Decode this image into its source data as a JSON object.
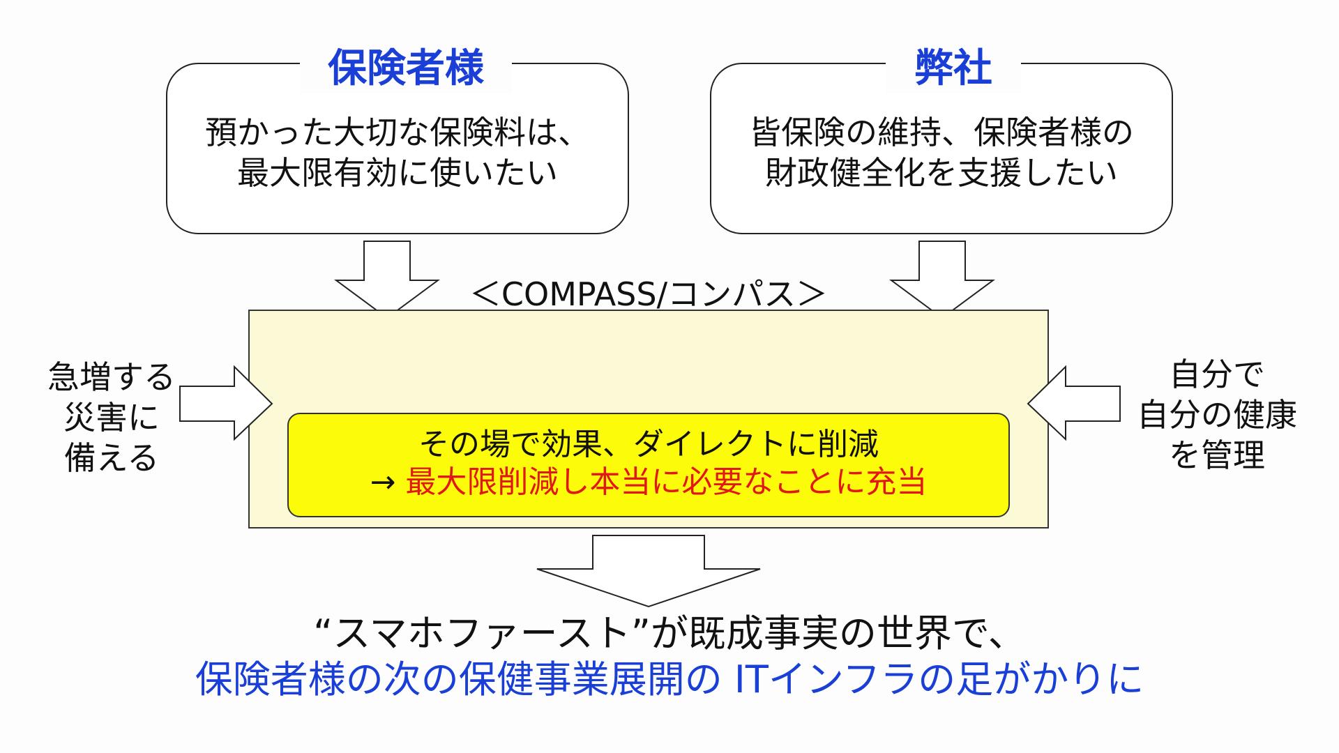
{
  "left_box": {
    "title": "保険者様",
    "line1": "預かった大切な保険料は、",
    "line2": "最大限有効に使いたい"
  },
  "right_box": {
    "title": "弊社",
    "line1": "皆保険の維持、保険者様の",
    "line2": "財政健全化を支援したい"
  },
  "compass": {
    "label": "＜COMPASS/コンパス＞",
    "inner_line1": "その場で効果、ダイレクトに削減",
    "inner_arrow": "→ ",
    "inner_line2_highlight": "最大限削減し本当に必要なことに充当"
  },
  "left_side": {
    "line1": "急増する",
    "line2": "災害に",
    "line3": "備える"
  },
  "right_side": {
    "line1": "自分で",
    "line2": "自分の健康",
    "line3": "を管理"
  },
  "bottom": {
    "line1": "“スマホファースト”が既成事実の世界で、",
    "line2": "保険者様の次の保健事業展開の ITインフラの足がかりに"
  },
  "colors": {
    "title_blue": "#1a3fd6",
    "highlight_red": "#e01818",
    "inner_yellow": "#fbfb0a",
    "outer_pale_yellow": "#fbf9d6"
  }
}
